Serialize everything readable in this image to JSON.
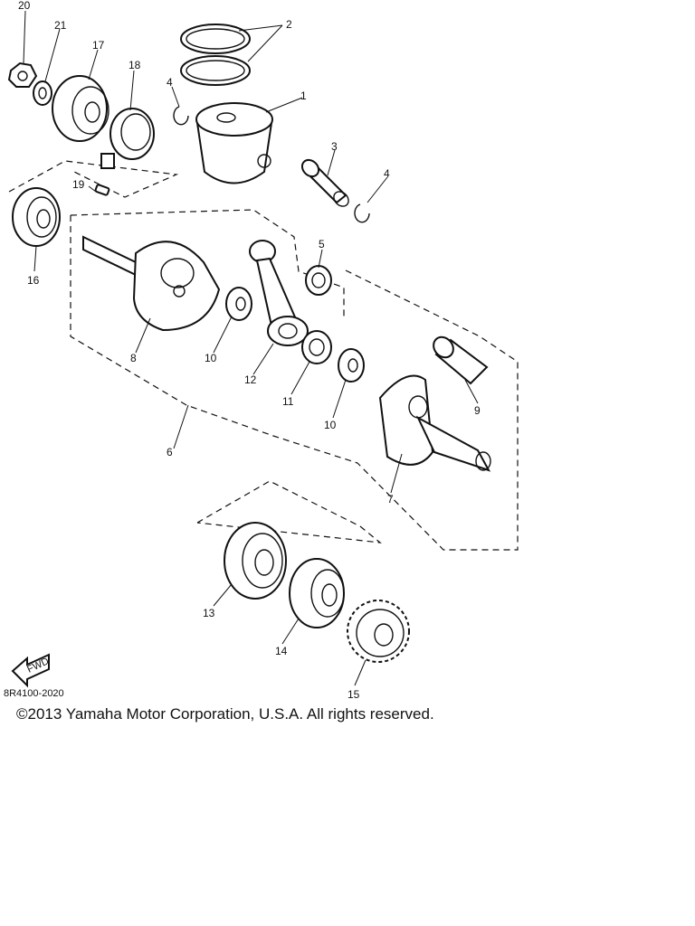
{
  "diagram": {
    "parts": [
      {
        "id": "p20",
        "number": "20"
      },
      {
        "id": "p21",
        "number": "21"
      },
      {
        "id": "p17",
        "number": "17"
      },
      {
        "id": "p18",
        "number": "18"
      },
      {
        "id": "p4a",
        "number": "4"
      },
      {
        "id": "p2",
        "number": "2"
      },
      {
        "id": "p1",
        "number": "1"
      },
      {
        "id": "p3",
        "number": "3"
      },
      {
        "id": "p4b",
        "number": "4"
      },
      {
        "id": "p19",
        "number": "19"
      },
      {
        "id": "p16",
        "number": "16"
      },
      {
        "id": "p5",
        "number": "5"
      },
      {
        "id": "p8",
        "number": "8"
      },
      {
        "id": "p10a",
        "number": "10"
      },
      {
        "id": "p12",
        "number": "12"
      },
      {
        "id": "p11",
        "number": "11"
      },
      {
        "id": "p10b",
        "number": "10"
      },
      {
        "id": "p9",
        "number": "9"
      },
      {
        "id": "p6",
        "number": "6"
      },
      {
        "id": "p7",
        "number": "7"
      },
      {
        "id": "p13",
        "number": "13"
      },
      {
        "id": "p14",
        "number": "14"
      },
      {
        "id": "p15",
        "number": "15"
      }
    ],
    "diagram_code": "8R4100-2020",
    "fwd_label": "FWD"
  },
  "footer": {
    "copyright": "©2013 Yamaha Motor Corporation, U.S.A. All rights reserved."
  }
}
